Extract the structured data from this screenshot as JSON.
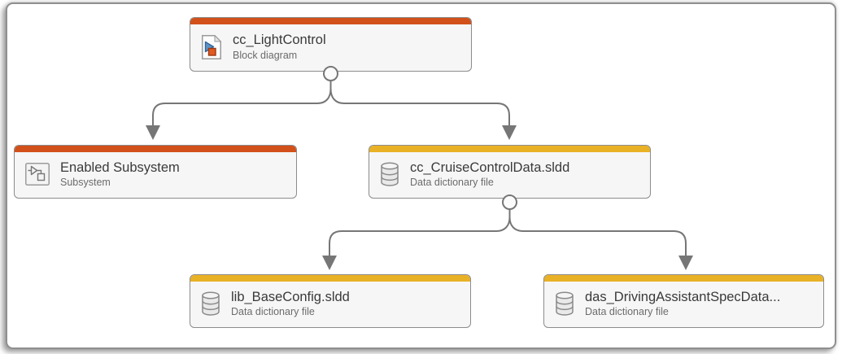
{
  "diagram": {
    "colors": {
      "block_diagram_accent": "#d2501a",
      "data_dictionary_accent": "#e9b125",
      "connector": "#767676",
      "node_border": "#8c8c8c",
      "node_background": "#f6f6f6",
      "title_text": "#3a3a3a",
      "subtitle_text": "#6b6b6b"
    },
    "nodes": [
      {
        "title": "cc_LightControl",
        "subtitle": "Block diagram",
        "icon": "block-diagram-icon",
        "accent": "block_diagram"
      },
      {
        "title": "Enabled Subsystem",
        "subtitle": "Subsystem",
        "icon": "subsystem-icon",
        "accent": "block_diagram"
      },
      {
        "title": "cc_CruiseControlData.sldd",
        "subtitle": "Data dictionary file",
        "icon": "database-icon",
        "accent": "data_dictionary"
      },
      {
        "title": "lib_BaseConfig.sldd",
        "subtitle": "Data dictionary file",
        "icon": "database-icon",
        "accent": "data_dictionary"
      },
      {
        "title": "das_DrivingAssistantSpecData...",
        "subtitle": "Data dictionary file",
        "icon": "database-icon",
        "accent": "data_dictionary"
      }
    ],
    "edges": [
      {
        "from": "cc_LightControl",
        "to": "Enabled Subsystem"
      },
      {
        "from": "cc_LightControl",
        "to": "cc_CruiseControlData.sldd"
      },
      {
        "from": "cc_CruiseControlData.sldd",
        "to": "lib_BaseConfig.sldd"
      },
      {
        "from": "cc_CruiseControlData.sldd",
        "to": "das_DrivingAssistantSpecData..."
      }
    ]
  }
}
